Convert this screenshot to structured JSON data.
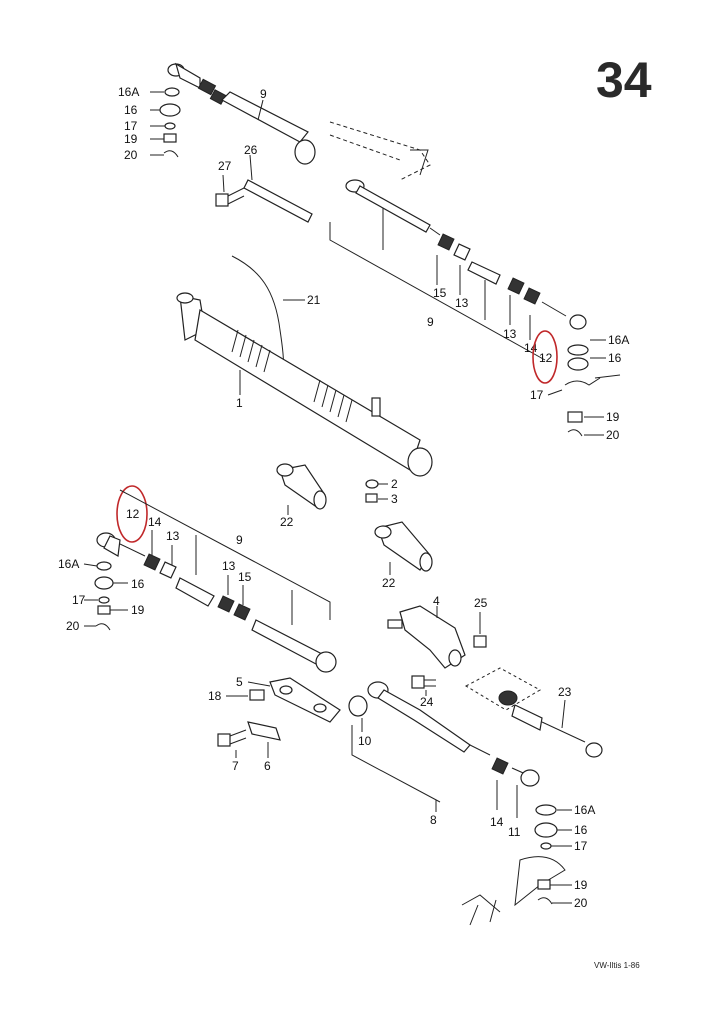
{
  "page": {
    "number": "34",
    "footer": "VW-Iltis 1-86"
  },
  "colors": {
    "highlight": "#c0282a",
    "ink": "#222222"
  },
  "labels": {
    "l_16A_a": "16A",
    "l_16_a": "16",
    "l_17_a": "17",
    "l_19_a": "19",
    "l_20_a": "20",
    "l_9_a": "9",
    "l_27": "27",
    "l_26": "26",
    "l_21": "21",
    "l_1": "1",
    "l_15_a": "15",
    "l_13_a": "13",
    "l_9_b": "9",
    "l_13_b": "13",
    "l_14_a": "14",
    "l_12_a": "12",
    "l_16A_b": "16A",
    "l_16_b": "16",
    "l_17_b": "17",
    "l_19_b": "19",
    "l_20_b": "20",
    "l_22_a": "22",
    "l_2": "2",
    "l_3": "3",
    "l_22_b": "22",
    "l_12_b": "12",
    "l_14_b": "14",
    "l_13_c": "13",
    "l_9_c": "9",
    "l_13_d": "13",
    "l_15_b": "15",
    "l_16A_c": "16A",
    "l_16_c": "16",
    "l_17_c": "17",
    "l_19_c": "19",
    "l_20_c": "20",
    "l_4": "4",
    "l_25": "25",
    "l_5": "5",
    "l_18": "18",
    "l_24": "24",
    "l_23": "23",
    "l_10": "10",
    "l_7": "7",
    "l_6": "6",
    "l_8": "8",
    "l_14_c": "14",
    "l_11": "11",
    "l_16A_d": "16A",
    "l_16_d": "16",
    "l_17_d": "17",
    "l_19_d": "19",
    "l_20_d": "20"
  }
}
